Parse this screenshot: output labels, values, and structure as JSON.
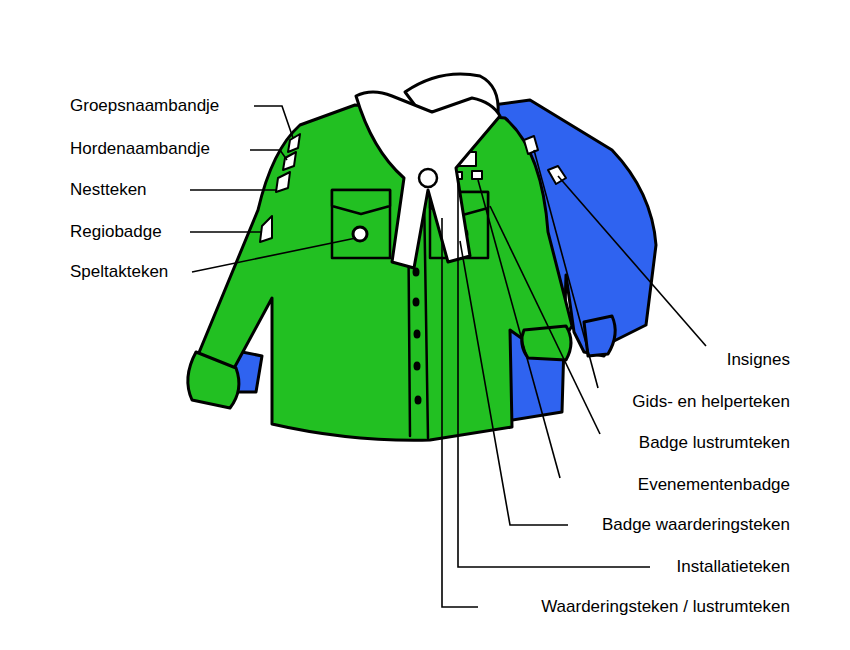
{
  "diagram": {
    "labels": [
      "Groepsnaambandje",
      "Hordenaambandje",
      "Nestteken",
      "Regiobadge",
      "Speltakteken",
      "Insignes",
      "Gids- en helperteken",
      "Badge lustrumteken",
      "Evenementenbadge",
      "Badge waarderingsteken",
      "Installatieteken",
      "Waarderingsteken / lustrumteken"
    ]
  }
}
